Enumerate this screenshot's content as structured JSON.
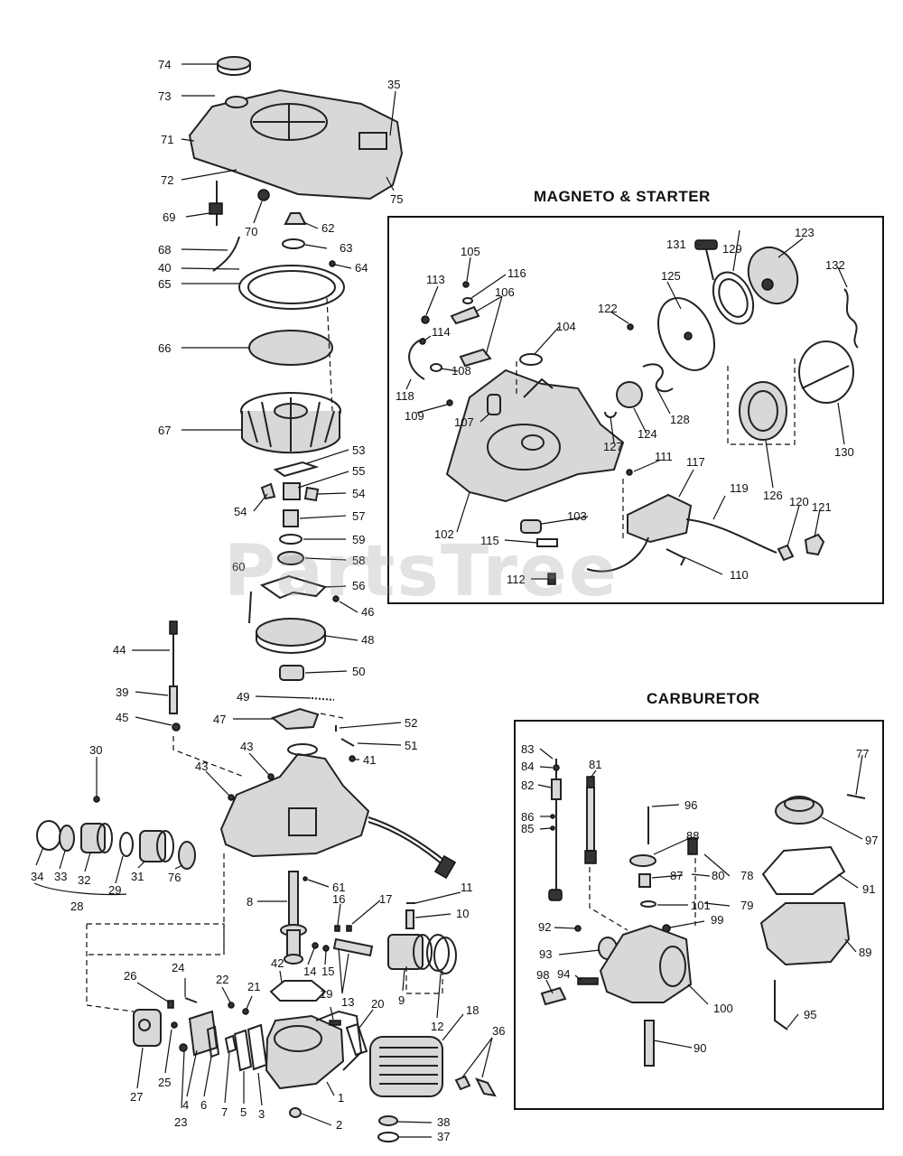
{
  "sections": {
    "magneto": "MAGNETO & STARTER",
    "carburetor": "CARBURETOR"
  },
  "watermark": "PartsTree",
  "labels": {
    "l1": "1",
    "l2": "2",
    "l3": "3",
    "l4": "4",
    "l5": "5",
    "l6": "6",
    "l7": "7",
    "l8": "8",
    "l9": "9",
    "l10": "10",
    "l11": "11",
    "l12": "12",
    "l13": "13",
    "l14": "14",
    "l15": "15",
    "l16": "16",
    "l17": "17",
    "l18": "18",
    "l19": "19",
    "l20": "20",
    "l21": "21",
    "l22": "22",
    "l23": "23",
    "l24": "24",
    "l25": "25",
    "l26": "26",
    "l27": "27",
    "l28": "28",
    "l29": "29",
    "l30": "30",
    "l31": "31",
    "l32": "32",
    "l33": "33",
    "l34": "34",
    "l35": "35",
    "l36": "36",
    "l37": "37",
    "l38": "38",
    "l39": "39",
    "l40": "40",
    "l41": "41",
    "l42": "42",
    "l43a": "43",
    "l43b": "43",
    "l44": "44",
    "l45": "45",
    "l46": "46",
    "l47": "47",
    "l48": "48",
    "l49": "49",
    "l50": "50",
    "l51": "51",
    "l52": "52",
    "l53": "53",
    "l54a": "54",
    "l54b": "54",
    "l55": "55",
    "l56": "56",
    "l57": "57",
    "l58": "58",
    "l59": "59",
    "l60": "60",
    "l61": "61",
    "l62": "62",
    "l63": "63",
    "l64": "64",
    "l65": "65",
    "l66": "66",
    "l67": "67",
    "l68": "68",
    "l69": "69",
    "l70": "70",
    "l71": "71",
    "l72": "72",
    "l73": "73",
    "l74": "74",
    "l75": "75",
    "l76": "76",
    "l77": "77",
    "l78": "78",
    "l79": "79",
    "l80": "80",
    "l81": "81",
    "l82": "82",
    "l83": "83",
    "l84": "84",
    "l85": "85",
    "l86": "86",
    "l87": "87",
    "l88": "88",
    "l89": "89",
    "l90": "90",
    "l91": "91",
    "l92": "92",
    "l93": "93",
    "l94": "94",
    "l95": "95",
    "l96": "96",
    "l97": "97",
    "l98": "98",
    "l99": "99",
    "l100": "100",
    "l101": "101",
    "l102": "102",
    "l103": "103",
    "l104": "104",
    "l105": "105",
    "l106": "106",
    "l107": "107",
    "l108": "108",
    "l109": "109",
    "l110": "110",
    "l111": "111",
    "l112": "112",
    "l113": "113",
    "l114": "114",
    "l115": "115",
    "l116": "116",
    "l117": "117",
    "l118": "118",
    "l119": "119",
    "l120": "120",
    "l121": "121",
    "l122": "122",
    "l123": "123",
    "l124": "124",
    "l125": "125",
    "l126": "126",
    "l127": "127",
    "l128": "128",
    "l129": "129",
    "l130": "130",
    "l131": "131",
    "l132": "132"
  }
}
